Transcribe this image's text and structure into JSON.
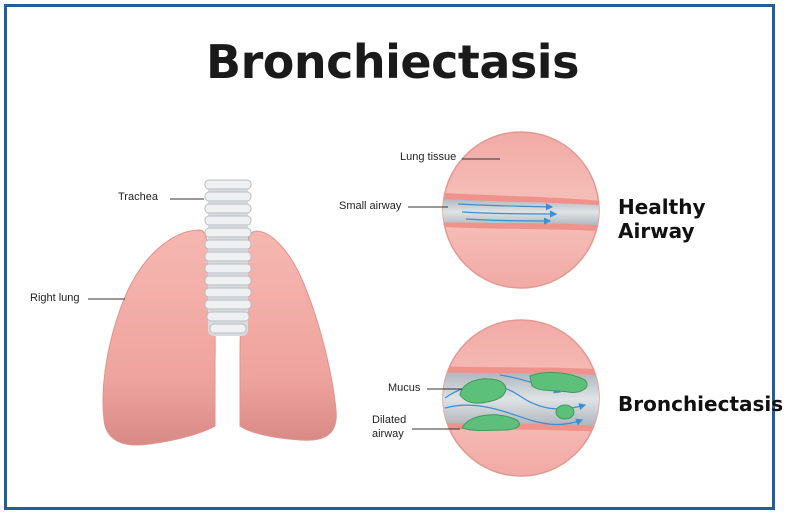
{
  "title": "Bronchiectasis",
  "labels": {
    "trachea": "Trachea",
    "right_lung": "Right lung",
    "lung_tissue": "Lung tissue",
    "small_airway": "Small airway",
    "mucus": "Mucus",
    "dilated_airway_line1": "Dilated",
    "dilated_airway_line2": "airway"
  },
  "captions": {
    "healthy": "Healthy Airway",
    "disease": "Bronchiectasis"
  },
  "colors": {
    "frame": "#1f5f9e",
    "lung": "#f0a7a2",
    "airway": "#c9ced2",
    "mucus": "#5cc07a",
    "flow": "#3a8fd6"
  }
}
